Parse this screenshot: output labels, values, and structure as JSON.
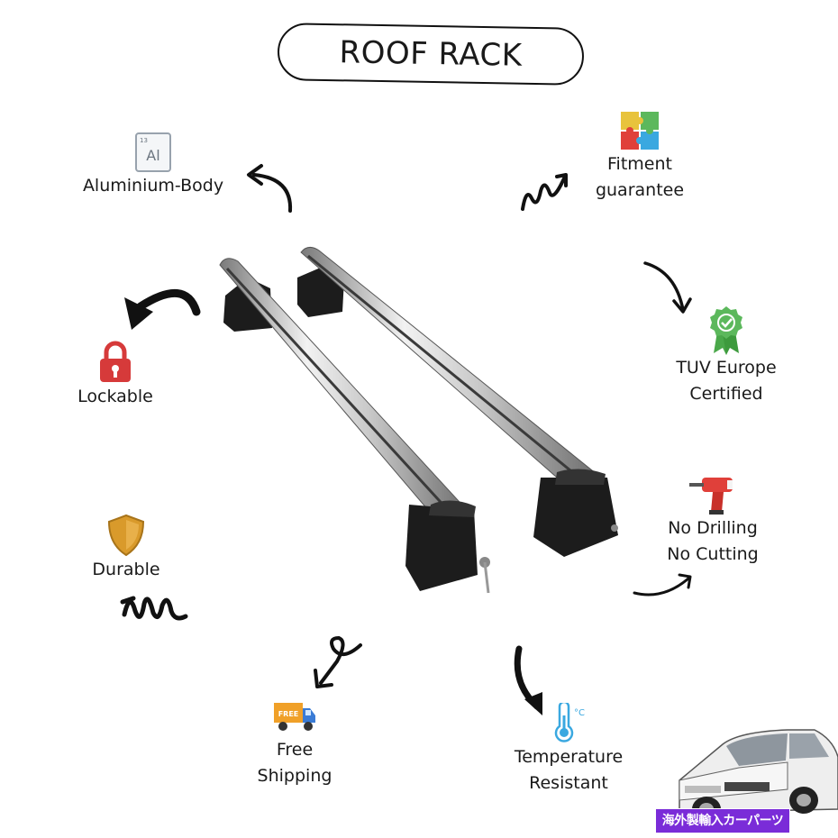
{
  "title": "ROOF RACK",
  "features": {
    "aluminium": {
      "label": "Aluminium-Body",
      "icon": "aluminium-element-icon",
      "element_symbol": "Al",
      "element_number": "13"
    },
    "fitment": {
      "line1": "Fitment",
      "line2": "guarantee",
      "icon": "puzzle-icon"
    },
    "lockable": {
      "label": "Lockable",
      "icon": "padlock-icon"
    },
    "tuv": {
      "line1": "TUV Europe",
      "line2": "Certified",
      "icon": "certified-badge-icon"
    },
    "durable": {
      "label": "Durable",
      "icon": "shield-icon"
    },
    "drilling": {
      "line1": "No Drilling",
      "line2": "No Cutting",
      "icon": "drill-icon"
    },
    "shipping": {
      "line1": "Free",
      "line2": "Shipping",
      "icon": "delivery-truck-icon",
      "truck_text": "FREE"
    },
    "temperature": {
      "line1": "Temperature",
      "line2": "Resistant",
      "icon": "thermometer-icon",
      "unit": "°C"
    }
  },
  "banner": {
    "text": "海外製輸入カーパーツ"
  },
  "colors": {
    "accent_red": "#d63a3a",
    "gold": "#d99a2b",
    "green": "#5cb85c",
    "banner_purple": "#7a2cd8",
    "rack_silver": "#c8c8c8",
    "foot_black": "#1c1c1c"
  }
}
